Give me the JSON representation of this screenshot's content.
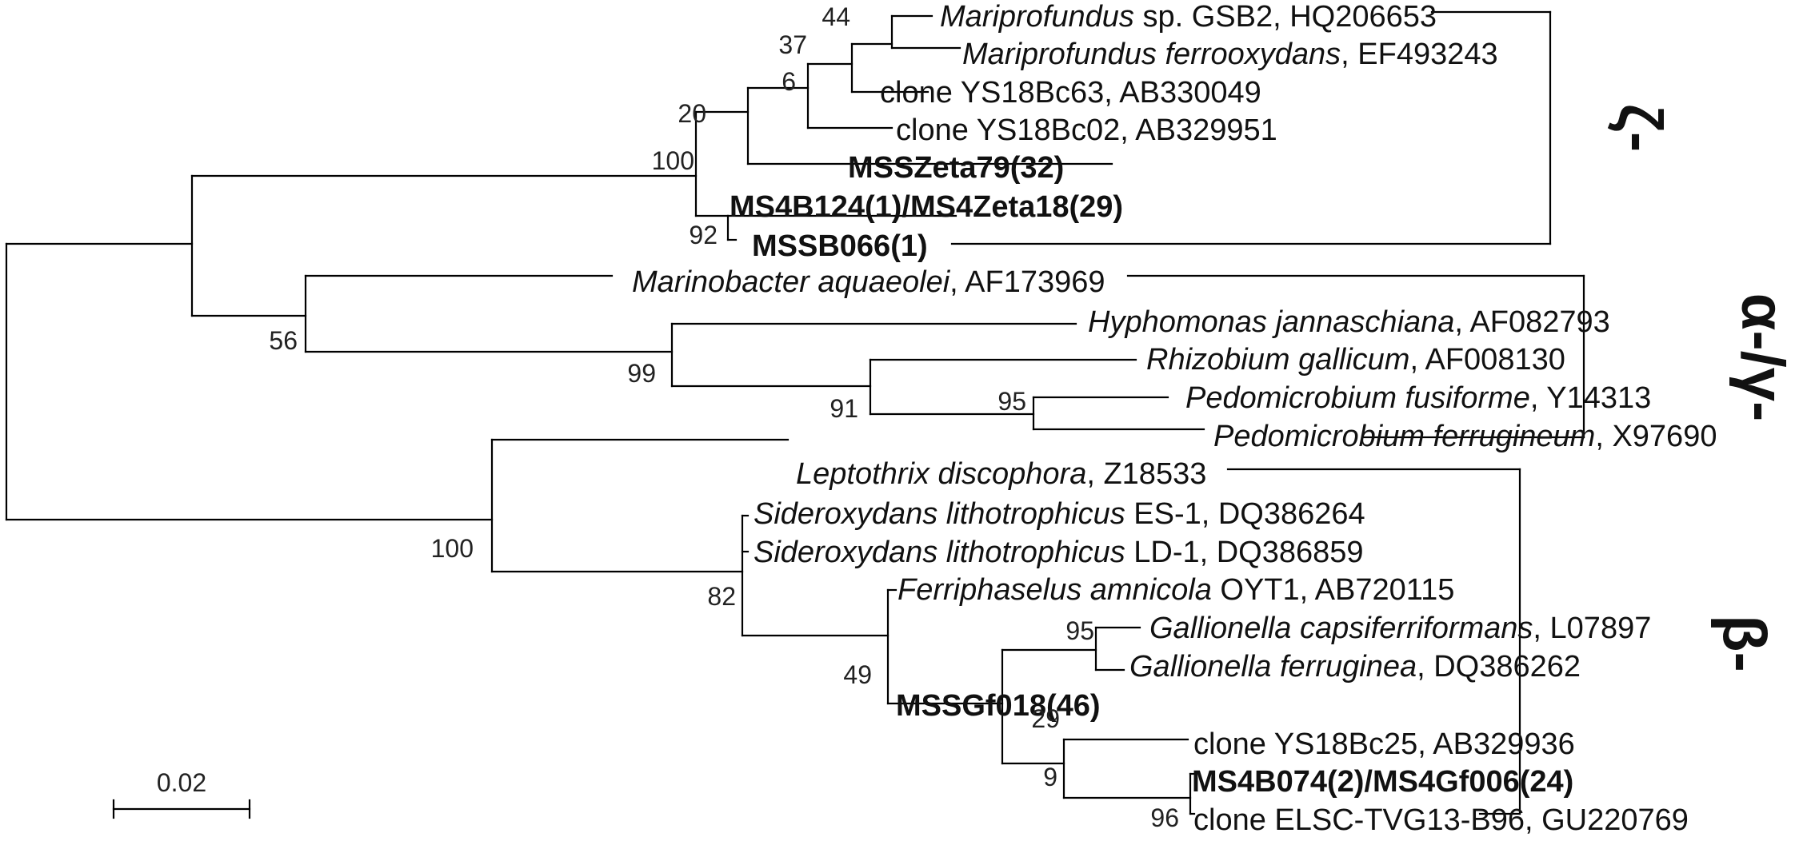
{
  "leaves": [
    {
      "id": "l1",
      "parts": [
        {
          "t": "Mariprofundus",
          "i": true
        },
        {
          "t": " sp. GSB2, HQ206653"
        }
      ]
    },
    {
      "id": "l2",
      "parts": [
        {
          "t": "Mariprofundus ferrooxydans",
          "i": true
        },
        {
          "t": ", EF493243"
        }
      ]
    },
    {
      "id": "l3",
      "parts": [
        {
          "t": "clone YS18Bc63, AB330049"
        }
      ]
    },
    {
      "id": "l4",
      "parts": [
        {
          "t": "clone YS18Bc02, AB329951"
        }
      ]
    },
    {
      "id": "l5",
      "bold": true,
      "parts": [
        {
          "t": "MSSZeta79(32)"
        }
      ]
    },
    {
      "id": "l6",
      "bold": true,
      "parts": [
        {
          "t": "MS4B124(1)/MS4Zeta18(29)"
        }
      ]
    },
    {
      "id": "l7",
      "bold": true,
      "parts": [
        {
          "t": "MSSB066(1)"
        }
      ]
    },
    {
      "id": "l8",
      "parts": [
        {
          "t": "Marinobacter aquaeolei",
          "i": true
        },
        {
          "t": ", AF173969"
        }
      ]
    },
    {
      "id": "l9",
      "parts": [
        {
          "t": "Hyphomonas jannaschiana",
          "i": true
        },
        {
          "t": ", AF082793"
        }
      ]
    },
    {
      "id": "l10",
      "parts": [
        {
          "t": "Rhizobium gallicum",
          "i": true
        },
        {
          "t": ", AF008130"
        }
      ]
    },
    {
      "id": "l11",
      "parts": [
        {
          "t": "Pedomicrobium fusiforme",
          "i": true
        },
        {
          "t": ", Y14313"
        }
      ]
    },
    {
      "id": "l12",
      "parts": [
        {
          "t": "Pedomicrobium ferrugineum",
          "i": true
        },
        {
          "t": ", X97690"
        }
      ]
    },
    {
      "id": "l13",
      "parts": [
        {
          "t": "Leptothrix discophora",
          "i": true
        },
        {
          "t": ", Z18533"
        }
      ]
    },
    {
      "id": "l14",
      "parts": [
        {
          "t": "Sideroxydans lithotrophicus",
          "i": true
        },
        {
          "t": " ES-1, DQ386264"
        }
      ]
    },
    {
      "id": "l15",
      "parts": [
        {
          "t": "Sideroxydans lithotrophicus",
          "i": true
        },
        {
          "t": " LD-1, DQ386859"
        }
      ]
    },
    {
      "id": "l16",
      "parts": [
        {
          "t": "Ferriphaselus amnicola",
          "i": true
        },
        {
          "t": " OYT1, AB720115"
        }
      ]
    },
    {
      "id": "l17",
      "parts": [
        {
          "t": "Gallionella capsiferriformans",
          "i": true
        },
        {
          "t": ", L07897"
        }
      ]
    },
    {
      "id": "l18",
      "parts": [
        {
          "t": "Gallionella ferruginea",
          "i": true
        },
        {
          "t": ", DQ386262"
        }
      ]
    },
    {
      "id": "l19",
      "bold": true,
      "parts": [
        {
          "t": "MSSGf018(46)"
        }
      ]
    },
    {
      "id": "l20",
      "parts": [
        {
          "t": "clone YS18Bc25, AB329936"
        }
      ]
    },
    {
      "id": "l21",
      "bold": true,
      "parts": [
        {
          "t": "MS4B074(2)/MS4Gf006(24)"
        }
      ]
    },
    {
      "id": "l22",
      "parts": [
        {
          "t": "clone ELSC-TVG13-B96, GU220769"
        }
      ]
    }
  ],
  "bootstrap": [
    {
      "id": "b44",
      "value": "44"
    },
    {
      "id": "b37",
      "value": "37"
    },
    {
      "id": "b6",
      "value": "6"
    },
    {
      "id": "b20",
      "value": "20"
    },
    {
      "id": "b100z",
      "value": "100"
    },
    {
      "id": "b92",
      "value": "92"
    },
    {
      "id": "b56",
      "value": "56"
    },
    {
      "id": "b99",
      "value": "99"
    },
    {
      "id": "b91",
      "value": "91"
    },
    {
      "id": "b95p",
      "value": "95"
    },
    {
      "id": "b100b",
      "value": "100"
    },
    {
      "id": "b82",
      "value": "82"
    },
    {
      "id": "b49",
      "value": "49"
    },
    {
      "id": "b95g",
      "value": "95"
    },
    {
      "id": "b29",
      "value": "29"
    },
    {
      "id": "b9",
      "value": "9"
    },
    {
      "id": "b96",
      "value": "96"
    }
  ],
  "clades": [
    {
      "id": "zeta",
      "label": "ζ-"
    },
    {
      "id": "alphagamma",
      "label": "α-/γ-"
    },
    {
      "id": "beta",
      "label": "β-"
    }
  ],
  "scale_bar": {
    "label": "0.02"
  }
}
